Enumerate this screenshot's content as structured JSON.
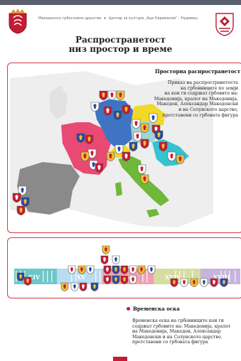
{
  "header": {
    "left_org": "Македонско грбословно друштво",
    "right_org": "Центар за култура „Аце Караманов“ - Радовиш"
  },
  "title": {
    "line1": "Распространетост",
    "line2": "низ простор и време"
  },
  "map_section": {
    "title": "Просторна распространетост",
    "description": [
      "Приказ на распространетоста",
      "на грбовниците по земји",
      "на кои ги содржат грбовите на:",
      "Македонија, кралот на Македонија,",
      "Македон, Александар Македонски",
      "и на Солунското царство,",
      "претставени со грбовата фигура"
    ],
    "region_colors": {
      "spain": "#8a8a8a",
      "france": "#e84a74",
      "germany": "#3f74c4",
      "switzerland": "#f0d92a",
      "italy": "#6fb83a",
      "austria": "#a2d4d6",
      "hungary": "#35c2d2",
      "background": "#eeeeee"
    }
  },
  "timeline_section": {
    "title": "Временска оска",
    "description": [
      "Временска оска на грбовниците кои ги",
      "содржат грбовите на: Македонија, кралот",
      "на Македонија, Македон, Александар",
      "Македонски и на Солунското царство,",
      "претставени со грбовата фигура"
    ],
    "centuries": [
      "XIV",
      "XV",
      "XVI",
      "XVII",
      "XVIII"
    ],
    "band_colors": [
      "#6ec6c8",
      "#b9dcf0",
      "#f0a0b4",
      "#d7dca0",
      "#c7b4dc"
    ]
  },
  "colors": {
    "accent": "#c41c34",
    "panel_border": "#d23a4a"
  }
}
